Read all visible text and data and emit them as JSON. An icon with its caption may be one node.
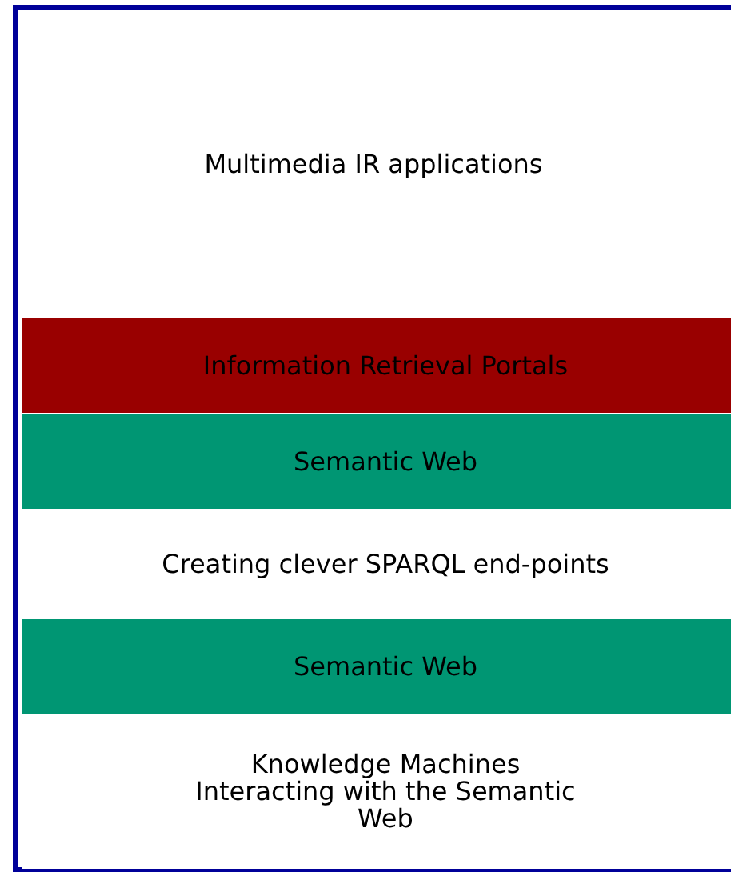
{
  "diagram": {
    "nodes": [
      {
        "text": [
          "Multimedia IR applications"
        ]
      },
      {
        "text": [
          "Information Retrieval Portals"
        ],
        "in": 0
      },
      {
        "text": [
          "Semantic Web"
        ],
        "in": 0
      },
      {
        "text": [
          "Creating clever SPARQL end-points"
        ],
        "in": 0
      },
      {
        "text": [
          "Semantic Web"
        ],
        "in": 0
      },
      {
        "text": [
          "Knowledge Machines Interacting with the Semantic Web"
        ],
        "in": 0
      }
    ]
  }
}
